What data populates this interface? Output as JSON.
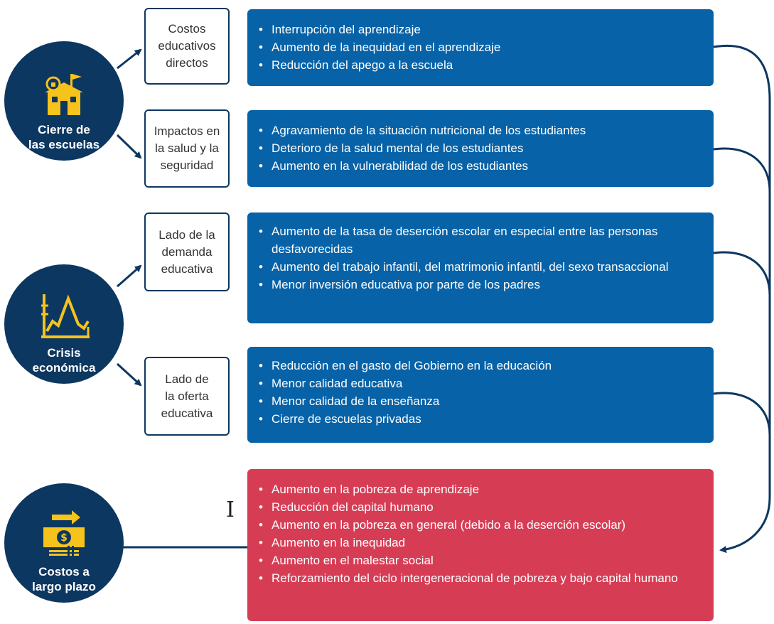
{
  "colors": {
    "navy": "#0c3760",
    "blue": "#0762a7",
    "red": "#d63d55",
    "accent_yellow": "#f6c31c"
  },
  "causes": [
    {
      "title": "Cierre de\nlas escuelas",
      "icon": "school-building-icon"
    },
    {
      "title": "Crisis\neconómica",
      "icon": "economic-chart-icon"
    },
    {
      "title": "Costos a\nlargo plazo",
      "icon": "money-arrow-icon"
    }
  ],
  "channels": [
    {
      "label": "Costos\neducativos\ndirectos"
    },
    {
      "label": "Impactos en\nla salud y la\nseguridad"
    },
    {
      "label": "Lado de la\ndemanda\neducativa"
    },
    {
      "label": "Lado de\nla oferta\neducativa"
    }
  ],
  "effects": [
    {
      "items": [
        "Interrupción del aprendizaje",
        "Aumento de la inequidad en el aprendizaje",
        "Reducción del apego a la escuela"
      ]
    },
    {
      "items": [
        "Agravamiento de la situación nutricional de los estudiantes",
        "Deterioro de la salud mental de los estudiantes",
        "Aumento en la vulnerabilidad de los estudiantes"
      ]
    },
    {
      "items": [
        "Aumento de la tasa de deserción escolar en especial entre las personas desfavorecidas",
        "Aumento del trabajo infantil, del matrimonio infantil, del sexo transaccional",
        "Menor inversión educativa por parte de los padres"
      ]
    },
    {
      "items": [
        "Reducción en el gasto del Gobierno en la educación",
        "Menor calidad educativa",
        "Menor calidad de la enseñanza",
        "Cierre de escuelas privadas"
      ]
    }
  ],
  "long_term": {
    "items": [
      "Aumento en la pobreza de aprendizaje",
      "Reducción del capital humano",
      "Aumento en la pobreza en general (debido a la deserción escolar)",
      "Aumento en la inequidad",
      "Aumento en el malestar social",
      "Reforzamiento del ciclo intergeneracional de pobreza y bajo capital humano"
    ]
  },
  "cursor": {
    "glyph": "I"
  }
}
